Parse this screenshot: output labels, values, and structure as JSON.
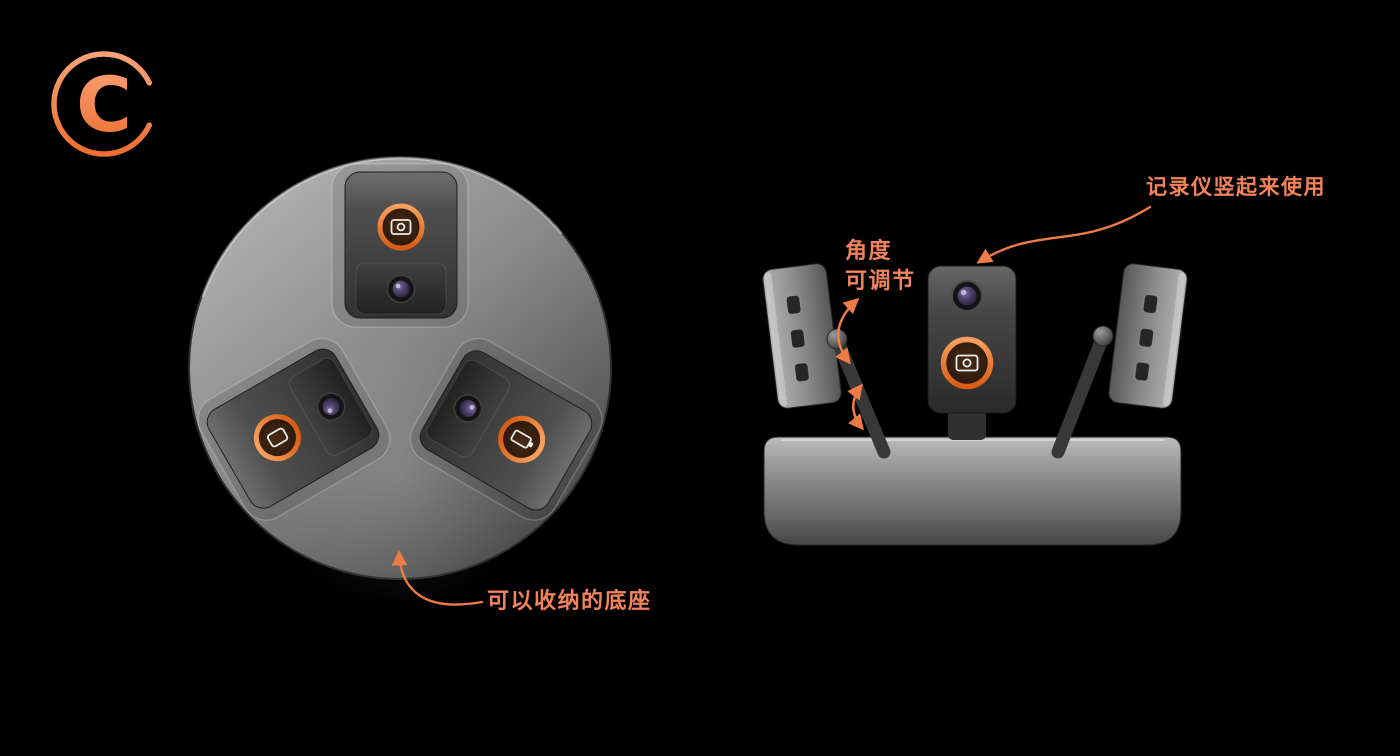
{
  "theme": {
    "background": "#000000",
    "accent": "#F2835A",
    "arrow": "#EF7C47",
    "ring_orange": "#E8721F",
    "metal_light": "#B0B0B0",
    "metal_dark": "#3A3A3A"
  },
  "logo": {
    "letter": "C"
  },
  "annotations": {
    "standup_label": "记录仪竖起来使用",
    "angle_line1": "角度",
    "angle_line2": "可调节",
    "base_label": "可以收纳的底座"
  },
  "icons": {
    "top_view_top_device": "camcorder-icon",
    "top_view_left_device": "smartphone-icon",
    "top_view_right_device": "battery-icon",
    "side_view_center_device": "camcorder-icon"
  }
}
